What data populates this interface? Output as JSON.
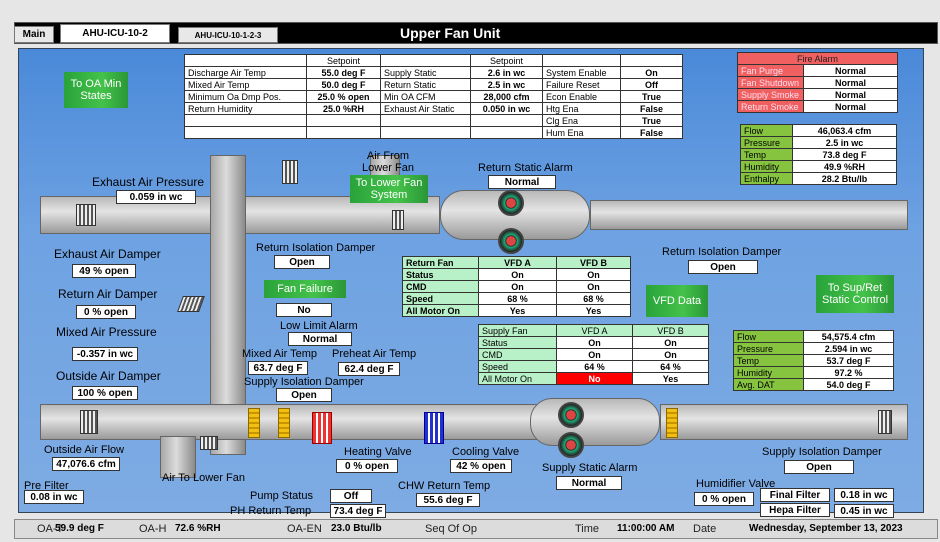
{
  "header": {
    "main_btn": "Main",
    "unit_id": "AHU-ICU-10-2",
    "sub_unit": "AHU-ICU-10-1-2-3",
    "title": "Upper Fan Unit"
  },
  "nav": {
    "oa_min": "To OA Min States",
    "lower_fan": "To Lower Fan System",
    "sup_ret": "To Sup/Ret Static Control",
    "vfd_data": "VFD Data",
    "fan_failure": "Fan Failure"
  },
  "setpoints": {
    "h1": "Setpoint",
    "h2": "Setpoint",
    "rows": [
      {
        "a": "Discharge Air Temp",
        "b": "55.0 deg F",
        "c": "Supply Static",
        "d": "2.6 in wc",
        "e": "System Enable",
        "f": "On"
      },
      {
        "a": "Mixed Air Temp",
        "b": "50.0 deg F",
        "c": "Return Static",
        "d": "2.5 in wc",
        "e": "Failure Reset",
        "f": "Off"
      },
      {
        "a": "Minimum Oa Dmp Pos.",
        "b": "25.0 % open",
        "c": "Min OA CFM",
        "d": "28,000 cfm",
        "e": "Econ Enable",
        "f": "True"
      },
      {
        "a": "Return Humidity",
        "b": "25.0 %RH",
        "c": "Exhaust Air Static",
        "d": "0.050 in wc",
        "e": "Htg Ena",
        "f": "False"
      },
      {
        "a": "",
        "b": "",
        "c": "",
        "d": "",
        "e": "Clg Ena",
        "f": "True"
      },
      {
        "a": "",
        "b": "",
        "c": "",
        "d": "",
        "e": "Hum Ena",
        "f": "False"
      }
    ]
  },
  "fire": {
    "title": "Fire Alarm",
    "rows": [
      {
        "k": "Fan Purge",
        "v": "Normal"
      },
      {
        "k": "Fan Shutdown",
        "v": "Normal"
      },
      {
        "k": "Supply Smoke",
        "v": "Normal"
      },
      {
        "k": "Return Smoke",
        "v": "Normal"
      }
    ]
  },
  "ret_stats": [
    {
      "k": "Flow",
      "v": "46,063.4 cfm"
    },
    {
      "k": "Pressure",
      "v": "2.5 in wc"
    },
    {
      "k": "Temp",
      "v": "73.8 deg F"
    },
    {
      "k": "Humidity",
      "v": "49.9 %RH"
    },
    {
      "k": "Enthalpy",
      "v": "28.2 Btu/lb"
    }
  ],
  "sup_stats": [
    {
      "k": "Flow",
      "v": "54,575.4 cfm"
    },
    {
      "k": "Pressure",
      "v": "2.594 in wc"
    },
    {
      "k": "Temp",
      "v": "53.7 deg F"
    },
    {
      "k": "Humidity",
      "v": "97.2 %"
    },
    {
      "k": "Avg. DAT",
      "v": "54.0 deg F"
    }
  ],
  "return_fan": {
    "h0": "Return Fan",
    "h1": "VFD A",
    "h2": "VFD B",
    "rows": [
      {
        "k": "Status",
        "a": "On",
        "b": "On"
      },
      {
        "k": "CMD",
        "a": "On",
        "b": "On"
      },
      {
        "k": "Speed",
        "a": "68 %",
        "b": "68 %"
      },
      {
        "k": "All Motor On",
        "a": "Yes",
        "b": "Yes"
      }
    ]
  },
  "supply_fan": {
    "h0": "Supply Fan",
    "h1": "VFD A",
    "h2": "VFD B",
    "rows": [
      {
        "k": "Status",
        "a": "On",
        "b": "On"
      },
      {
        "k": "CMD",
        "a": "On",
        "b": "On"
      },
      {
        "k": "Speed",
        "a": "64 %",
        "b": "64 %"
      },
      {
        "k": "All Motor On",
        "a": "No",
        "b": "Yes"
      }
    ]
  },
  "labels": {
    "exhaust_press": "Exhaust Air Pressure",
    "exhaust_press_v": "0.059 in wc",
    "air_from_lower": "Air From Lower Fan",
    "ret_static_alarm": "Return Static Alarm",
    "ret_static_alarm_v": "Normal",
    "exh_damper": "Exhaust Air Damper",
    "exh_damper_v": "49 % open",
    "ret_damper": "Return Air Damper",
    "ret_damper_v": "0 % open",
    "mixed_press": "Mixed Air Pressure",
    "mixed_press_v": "-0.357 in wc",
    "oa_damper": "Outside Air Damper",
    "oa_damper_v": "100 % open",
    "ret_iso_l": "Return Isolation Damper",
    "ret_iso_l_v": "Open",
    "ret_iso_r": "Return Isolation Damper",
    "ret_iso_r_v": "Open",
    "fan_failure_v": "No",
    "low_limit": "Low Limit Alarm",
    "low_limit_v": "Normal",
    "mixed_temp": "Mixed Air Temp",
    "mixed_temp_v": "63.7 deg F",
    "preheat": "Preheat Air Temp",
    "preheat_v": "62.4 deg F",
    "sup_iso_l": "Supply Isolation Damper",
    "sup_iso_l_v": "Open",
    "oa_flow": "Outside Air Flow",
    "oa_flow_v": "47,076.6 cfm",
    "heat_valve": "Heating Valve",
    "heat_valve_v": "0 % open",
    "cool_valve": "Cooling Valve",
    "cool_valve_v": "42 % open",
    "sup_static_alarm": "Supply Static Alarm",
    "sup_static_alarm_v": "Normal",
    "sup_iso_r": "Supply Isolation Damper",
    "sup_iso_r_v": "Open",
    "pre_filter": "Pre Filter",
    "pre_filter_v": "0.08 in wc",
    "air_to_lower": "Air To Lower Fan",
    "pump_status": "Pump Status",
    "pump_status_v": "Off",
    "ph_ret": "PH Return Temp",
    "ph_ret_v": "73.4 deg F",
    "chw_ret": "CHW Return Temp",
    "chw_ret_v": "55.6 deg F",
    "humid_valve": "Humidifier Valve",
    "humid_valve_v": "0 % open",
    "final_filter": "Final Filter",
    "final_filter_v": "0.18 in wc",
    "hepa_filter": "Hepa Filter",
    "hepa_filter_v": "0.45 in wc"
  },
  "footer": {
    "oat": "OA-T",
    "oat_v": "59.9 deg F",
    "oah": "OA-H",
    "oah_v": "72.6 %RH",
    "oaen": "OA-EN",
    "oaen_v": "23.0 Btu/lb",
    "seq": "Seq Of Op",
    "time": "Time",
    "time_v": "11:00:00 AM",
    "date": "Date",
    "date_v": "Wednesday, September 13, 2023"
  },
  "colors": {
    "bg_blue": "#6ea2e2",
    "green": "#2fae3e",
    "table_green": "#b8f0c8",
    "fire_red": "#f06060",
    "alarm_red": "#ff0000",
    "stat_green": "#86c440"
  }
}
